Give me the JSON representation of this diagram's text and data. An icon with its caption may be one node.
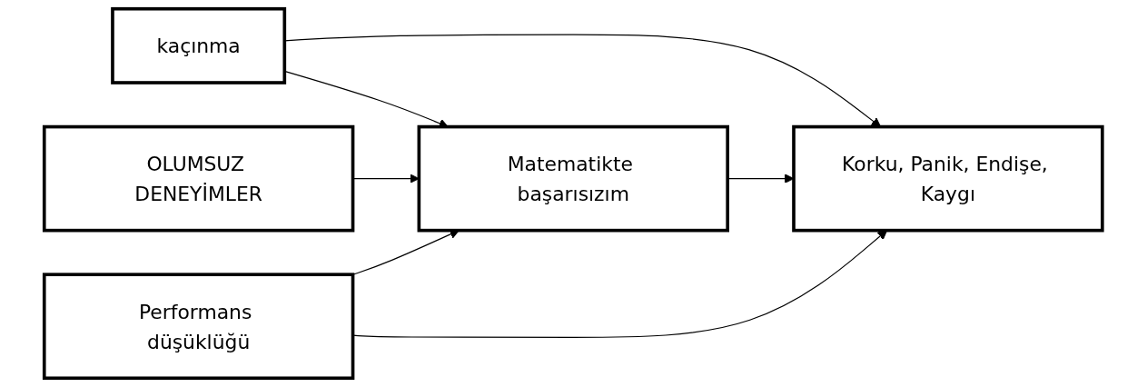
{
  "diagram": {
    "nodes": [
      {
        "text": [
          "kaçınma"
        ]
      },
      {
        "text": [
          "OLUMSUZ DENEYİMLER"
        ]
      },
      {
        "text": [
          "Matematikte başarısızım"
        ]
      },
      {
        "text": [
          "Korku, Panik, Endişe, Kaygı"
        ]
      },
      {
        "text": [
          "Performans düşüklüğü"
        ]
      }
    ],
    "edges": [
      {
        "from": 0,
        "to": 2,
        "arrow": "to"
      },
      {
        "from": 0,
        "to": 3,
        "arrow": "to"
      },
      {
        "from": 1,
        "to": 2,
        "arrow": "to"
      },
      {
        "from": 2,
        "to": 3,
        "arrow": "to"
      },
      {
        "from": 4,
        "to": 3,
        "arrow": "to"
      },
      {
        "from": 4,
        "to": 2,
        "arrow": "to"
      }
    ]
  }
}
